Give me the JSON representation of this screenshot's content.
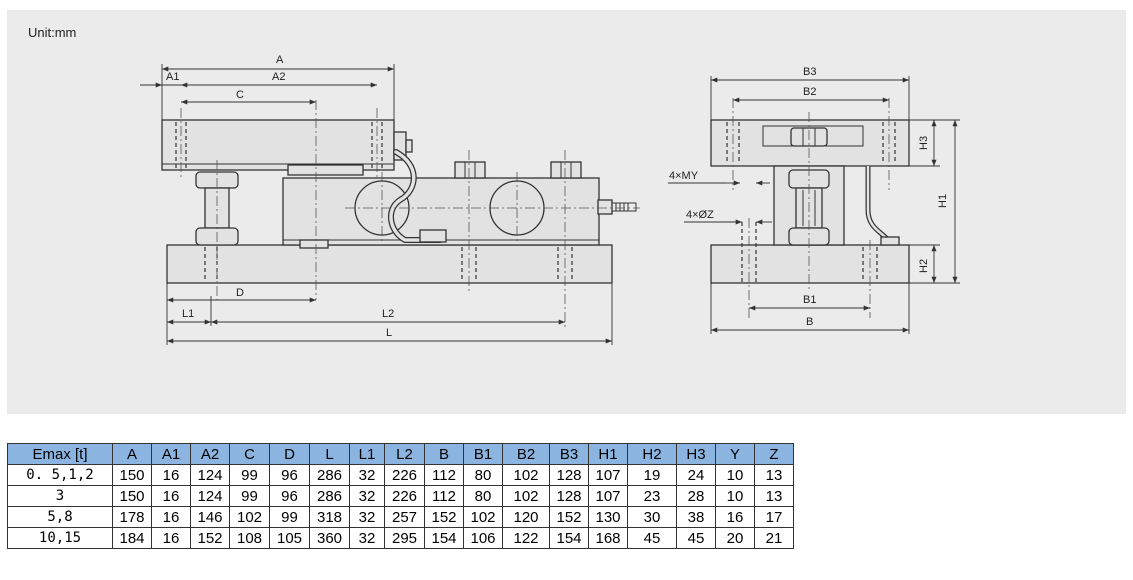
{
  "unit_label": "Unit:mm",
  "drawing_labels": {
    "A": "A",
    "A1": "A1",
    "A2": "A2",
    "C": "C",
    "D": "D",
    "L": "L",
    "L1": "L1",
    "L2": "L2",
    "B": "B",
    "B1": "B1",
    "B2": "B2",
    "B3": "B3",
    "H1": "H1",
    "H2": "H2",
    "H3": "H3",
    "MY": "4×MY",
    "Z": "4×ØZ"
  },
  "table": {
    "headers": [
      "Emax [t]",
      "A",
      "A1",
      "A2",
      "C",
      "D",
      "L",
      "L1",
      "L2",
      "B",
      "B1",
      "B2",
      "B3",
      "H1",
      "H2",
      "H3",
      "Y",
      "Z"
    ],
    "rows": [
      [
        "0. 5,1,2",
        "150",
        "16",
        "124",
        "99",
        "96",
        "286",
        "32",
        "226",
        "112",
        "80",
        "102",
        "128",
        "107",
        "19",
        "24",
        "10",
        "13"
      ],
      [
        "3",
        "150",
        "16",
        "124",
        "99",
        "96",
        "286",
        "32",
        "226",
        "112",
        "80",
        "102",
        "128",
        "107",
        "23",
        "28",
        "10",
        "13"
      ],
      [
        "5,8",
        "178",
        "16",
        "146",
        "102",
        "99",
        "318",
        "32",
        "257",
        "152",
        "102",
        "120",
        "152",
        "130",
        "30",
        "38",
        "16",
        "17"
      ],
      [
        "10,15",
        "184",
        "16",
        "152",
        "108",
        "105",
        "360",
        "32",
        "295",
        "154",
        "106",
        "122",
        "154",
        "168",
        "45",
        "45",
        "20",
        "21"
      ]
    ]
  },
  "colors": {
    "panel": "#ebebeb",
    "header": "#8bb5e0"
  }
}
